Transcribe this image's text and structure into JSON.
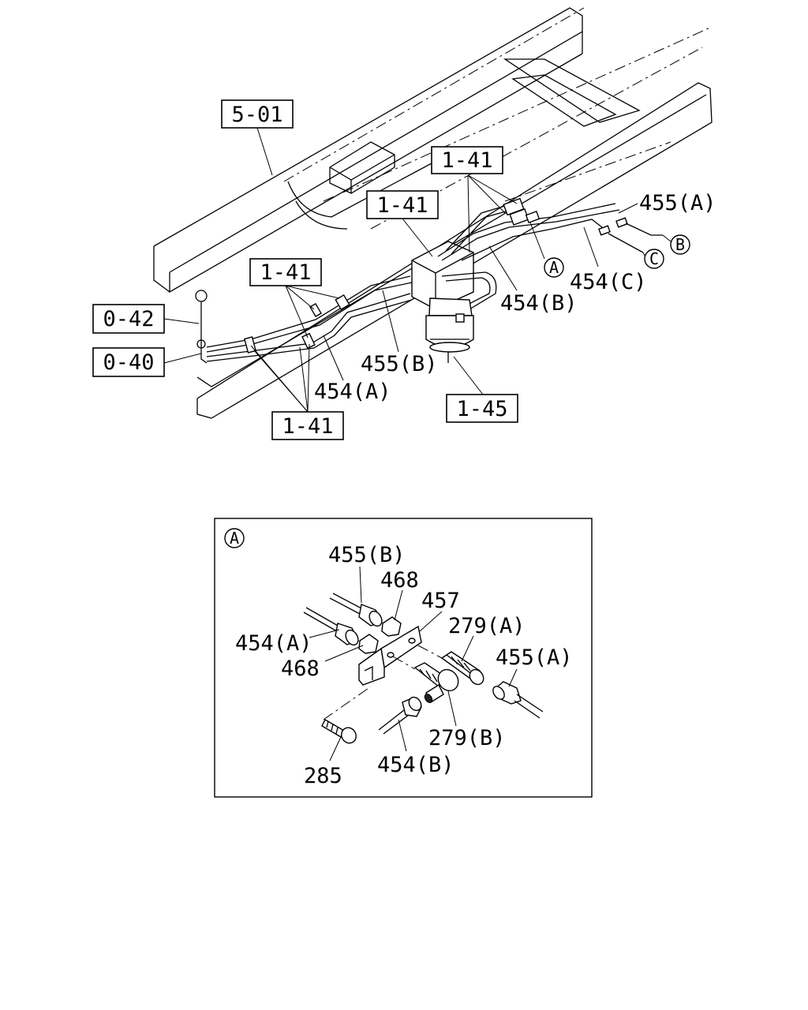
{
  "main_view": {
    "ref_labels": [
      "5-01",
      "1-41",
      "1-41",
      "1-41",
      "1-41",
      "1-45",
      "0-42",
      "0-40"
    ],
    "part_labels": [
      "455(A)",
      "454(C)",
      "454(B)",
      "455(B)",
      "454(A)"
    ],
    "circle_markers": [
      "A",
      "B",
      "C"
    ],
    "pipe_end_markers": [
      "B",
      "C"
    ]
  },
  "detail_view": {
    "marker": "A",
    "part_labels": [
      "455(B)",
      "468",
      "457",
      "279(A)",
      "455(A)",
      "454(A)",
      "468",
      "279(B)",
      "454(B)",
      "285"
    ]
  }
}
